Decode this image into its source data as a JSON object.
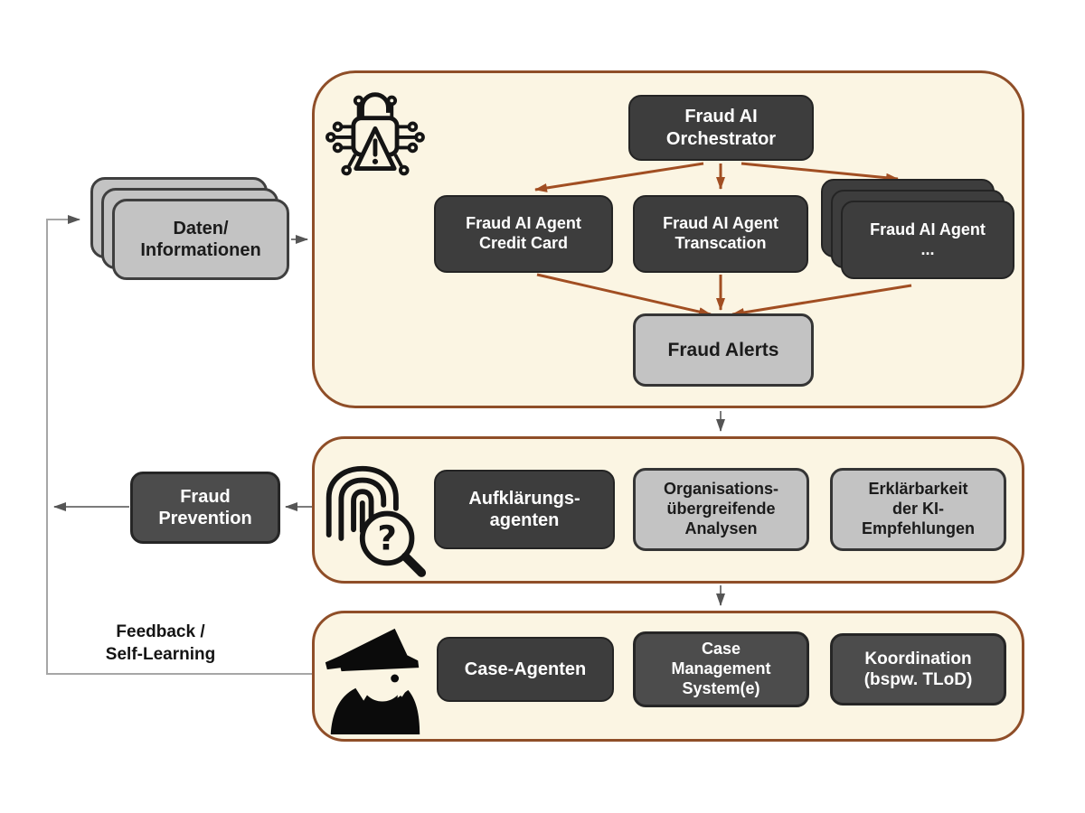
{
  "nodes": {
    "daten": {
      "label": "Daten/\nInformationen"
    },
    "orchestrator": {
      "label": "Fraud AI\nOrchestrator"
    },
    "agent_credit_card": {
      "label": "Fraud AI Agent\nCredit Card"
    },
    "agent_transaction": {
      "label": "Fraud AI Agent\nTranscation"
    },
    "agent_more": {
      "label": "Fraud AI Agent\n..."
    },
    "fraud_alerts": {
      "label": "Fraud Alerts"
    },
    "aufklaerungsagenten": {
      "label": "Aufklärungs-\nagenten"
    },
    "org_analysen": {
      "label": "Organisations-\nübergreifende\nAnalysen"
    },
    "erklaerbarkeit": {
      "label": "Erklärbarkeit\nder KI-\nEmpfehlungen"
    },
    "fraud_prevention": {
      "label": "Fraud\nPrevention"
    },
    "case_agenten": {
      "label": "Case-Agenten"
    },
    "case_management": {
      "label": "Case\nManagement\nSystem(e)"
    },
    "koordination": {
      "label": "Koordination\n(bspw. TLoD)"
    }
  },
  "annotations": {
    "feedback": {
      "label": "Feedback /\nSelf-Learning"
    }
  },
  "icons": [
    {
      "name": "security-lock-circuit-icon"
    },
    {
      "name": "fingerprint-search-icon"
    },
    {
      "name": "detective-icon"
    }
  ],
  "colors": {
    "container_fill": "#FBF5E3",
    "container_border": "#8F4E28",
    "arrow_accent": "#A14E22",
    "node_dark": "#3D3D3D",
    "node_medium": "#4C4C4C",
    "node_light": "#C3C3C3",
    "connector_gray": "#7B7B7B"
  }
}
